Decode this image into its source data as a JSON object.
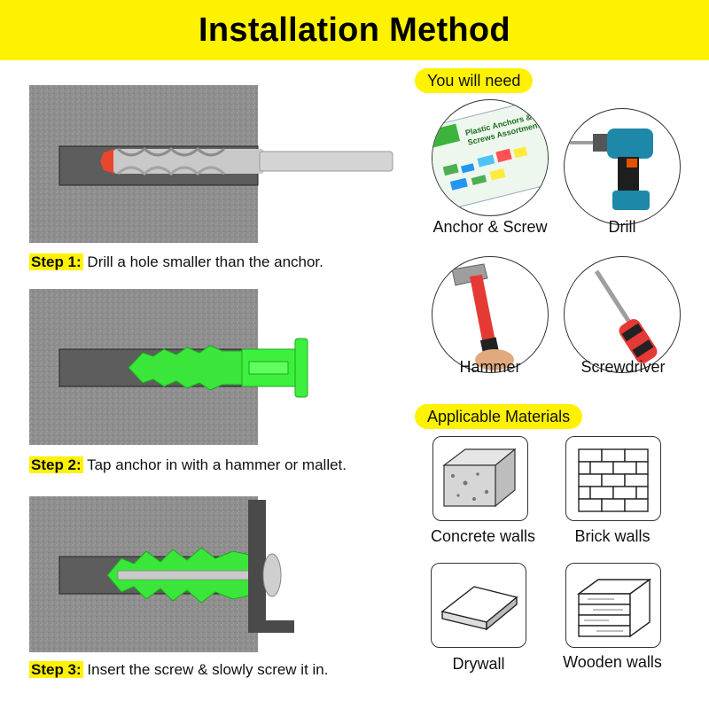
{
  "title": "Installation Method",
  "steps": [
    {
      "label": "Step 1:",
      "text": " Drill a hole smaller than the anchor."
    },
    {
      "label": "Step 2:",
      "text": " Tap anchor in with a hammer or mallet."
    },
    {
      "label": "Step 3:",
      "text": " Insert the screw & slowly screw it in."
    }
  ],
  "tools": {
    "heading": "You will need",
    "items": [
      {
        "name": "Anchor & Screw",
        "icon": "anchor-kit-icon"
      },
      {
        "name": "Drill",
        "icon": "drill-icon"
      },
      {
        "name": "Hammer",
        "icon": "hammer-icon"
      },
      {
        "name": "Screwdriver",
        "icon": "screwdriver-icon"
      }
    ],
    "kit_label_line1": "Plastic Anchors &",
    "kit_label_line2": "Screws Assortment Kit"
  },
  "materials": {
    "heading": "Applicable Materials",
    "items": [
      {
        "name": "Concrete walls",
        "icon": "concrete-block-icon"
      },
      {
        "name": "Brick walls",
        "icon": "brick-wall-icon"
      },
      {
        "name": "Drywall",
        "icon": "drywall-icon"
      },
      {
        "name": "Wooden walls",
        "icon": "wood-planks-icon"
      }
    ]
  },
  "colors": {
    "accent": "#fff200",
    "anchor": "#39e639",
    "wall": "#8e8e8e",
    "hole": "#5a5a5a"
  }
}
